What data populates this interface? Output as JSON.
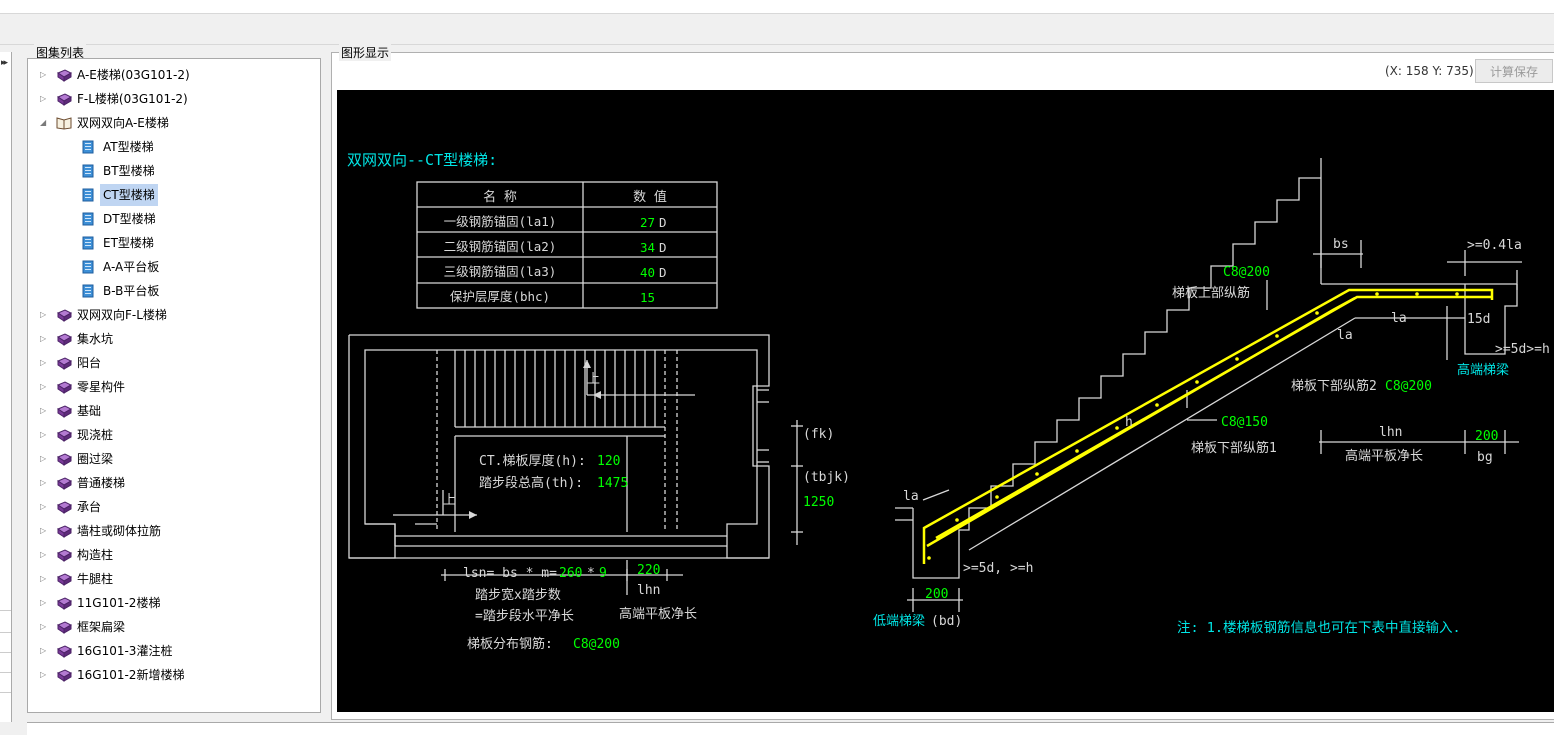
{
  "panels": {
    "tree_title": "图集列表",
    "graphic_title": "图形显示"
  },
  "coords": "(X: 158 Y: 735)",
  "calc_save_label": "计算保存",
  "tree": [
    {
      "label": "A-E楼梯(03G101-2)",
      "level": 0,
      "expander": "collapsed",
      "icon": "book-icon"
    },
    {
      "label": "F-L楼梯(03G101-2)",
      "level": 0,
      "expander": "collapsed",
      "icon": "book-icon"
    },
    {
      "label": "双网双向A-E楼梯",
      "level": 0,
      "expander": "expanded",
      "icon": "open-book-icon"
    },
    {
      "label": "AT型楼梯",
      "level": 1,
      "icon": "page-icon"
    },
    {
      "label": "BT型楼梯",
      "level": 1,
      "icon": "page-icon"
    },
    {
      "label": "CT型楼梯",
      "level": 1,
      "icon": "page-icon",
      "selected": true
    },
    {
      "label": "DT型楼梯",
      "level": 1,
      "icon": "page-icon"
    },
    {
      "label": "ET型楼梯",
      "level": 1,
      "icon": "page-icon"
    },
    {
      "label": "A-A平台板",
      "level": 1,
      "icon": "page-icon"
    },
    {
      "label": "B-B平台板",
      "level": 1,
      "icon": "page-icon"
    },
    {
      "label": "双网双向F-L楼梯",
      "level": 0,
      "expander": "collapsed",
      "icon": "book-icon"
    },
    {
      "label": "集水坑",
      "level": 0,
      "expander": "collapsed",
      "icon": "book-icon"
    },
    {
      "label": "阳台",
      "level": 0,
      "expander": "collapsed",
      "icon": "book-icon"
    },
    {
      "label": "零星构件",
      "level": 0,
      "expander": "collapsed",
      "icon": "book-icon"
    },
    {
      "label": "基础",
      "level": 0,
      "expander": "collapsed",
      "icon": "book-icon"
    },
    {
      "label": "现浇桩",
      "level": 0,
      "expander": "collapsed",
      "icon": "book-icon"
    },
    {
      "label": "圈过梁",
      "level": 0,
      "expander": "collapsed",
      "icon": "book-icon"
    },
    {
      "label": "普通楼梯",
      "level": 0,
      "expander": "collapsed",
      "icon": "book-icon"
    },
    {
      "label": "承台",
      "level": 0,
      "expander": "collapsed",
      "icon": "book-icon"
    },
    {
      "label": "墙柱或砌体拉筋",
      "level": 0,
      "expander": "collapsed",
      "icon": "book-icon"
    },
    {
      "label": "构造柱",
      "level": 0,
      "expander": "collapsed",
      "icon": "book-icon"
    },
    {
      "label": "牛腿柱",
      "level": 0,
      "expander": "collapsed",
      "icon": "book-icon"
    },
    {
      "label": "11G101-2楼梯",
      "level": 0,
      "expander": "collapsed",
      "icon": "book-icon"
    },
    {
      "label": "框架扁梁",
      "level": 0,
      "expander": "collapsed",
      "icon": "book-icon"
    },
    {
      "label": "16G101-3灌注桩",
      "level": 0,
      "expander": "collapsed",
      "icon": "book-icon"
    },
    {
      "label": "16G101-2新增楼梯",
      "level": 0,
      "expander": "collapsed",
      "icon": "book-icon"
    }
  ],
  "drawing": {
    "title": "双网双向--CT型楼梯:",
    "table": {
      "header": [
        "名  称",
        "数  值"
      ],
      "rows": [
        {
          "name": "一级钢筋锚固(la1)",
          "value": "27",
          "unit": "D"
        },
        {
          "name": "二级钢筋锚固(la2)",
          "value": "34",
          "unit": "D"
        },
        {
          "name": "三级钢筋锚固(la3)",
          "value": "40",
          "unit": "D"
        },
        {
          "name": "保护层厚度(bhc)",
          "value": "15",
          "unit": ""
        }
      ]
    },
    "plan": {
      "up1": "上",
      "up2": "上",
      "thickness_label": "CT.梯板厚度(h):",
      "thickness_value": "120",
      "height_label": "踏步段总高(th):",
      "height_value": "1475",
      "fk": "(fk)",
      "tbjk": "(tbjk)",
      "tbjk_value": "1250",
      "lsn_label": "lsn= bs * m=",
      "bs_value": "260",
      "star": "*",
      "m_value": "9",
      "lhn_value": "220",
      "lhn_label": "lhn",
      "step_line1": "踏步宽x踏步数",
      "step_line2": "=踏步段水平净长",
      "high_platform": "高端平板净长",
      "dist_label": "梯板分布钢筋:",
      "dist_value": "C8@200"
    },
    "section": {
      "bs": "bs",
      "la_041": ">=0.4la",
      "top_rebar_value": "C8@200",
      "top_rebar_label": "梯板上部纵筋",
      "la_a": "la",
      "la_b": "la",
      "d15": "15d",
      "d5h_right": ">=5d>=h",
      "high_beam": "高端梯梁",
      "bottom2_label": "梯板下部纵筋2",
      "bottom2_value": "C8@200",
      "bottom1_value": "C8@150",
      "bottom1_label": "梯板下部纵筋1",
      "h": "h",
      "lhn": "lhn",
      "bg_value": "200",
      "high_platform": "高端平板净长",
      "bg": "bg",
      "la_low": "la",
      "d5h_left": ">=5d, >=h",
      "bd_value": "200",
      "low_beam": "低端梯梁",
      "bd": "(bd)"
    },
    "note": "注: 1.楼梯板钢筋信息也可在下表中直接输入."
  },
  "colors": {
    "canvas_bg": "#000000",
    "line": "#d8d8d8",
    "value_green": "#00ff00",
    "title_cyan": "#00e5e5",
    "rebar_yellow": "#ffff00",
    "selection": "#bfd5f2"
  }
}
